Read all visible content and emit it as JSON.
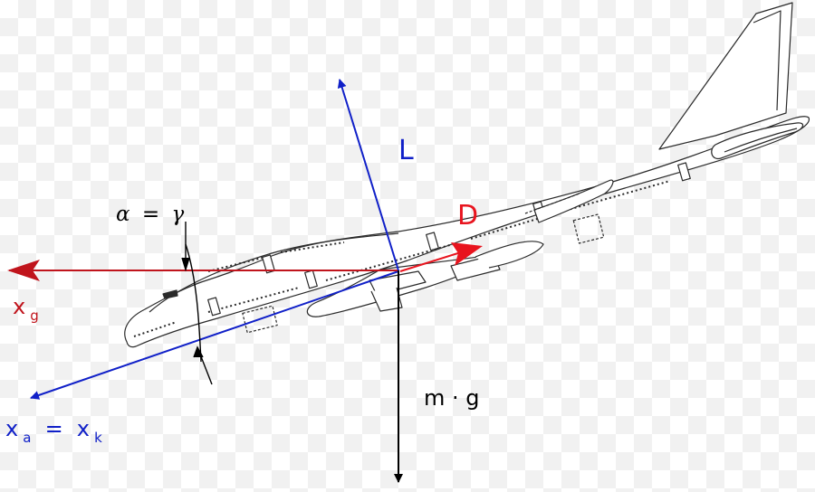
{
  "labels": {
    "lift": "L",
    "drag": "D",
    "weight": "m · g",
    "angle_lhs": "α",
    "angle_eq": "=",
    "angle_rhs": "γ",
    "geodetic_axis": "x",
    "geodetic_sub": "g",
    "aero_axis": "x",
    "aero_sub": "a",
    "equals": "=",
    "kinematic_axis": "x",
    "kinematic_sub": "k"
  },
  "colors": {
    "geodetic": "#c0141c",
    "drag": "#e8141e",
    "aero": "#1020c8",
    "weight": "#000000",
    "aircraft_outline": "#2a2a2a",
    "aircraft_fill": "#ffffff"
  }
}
